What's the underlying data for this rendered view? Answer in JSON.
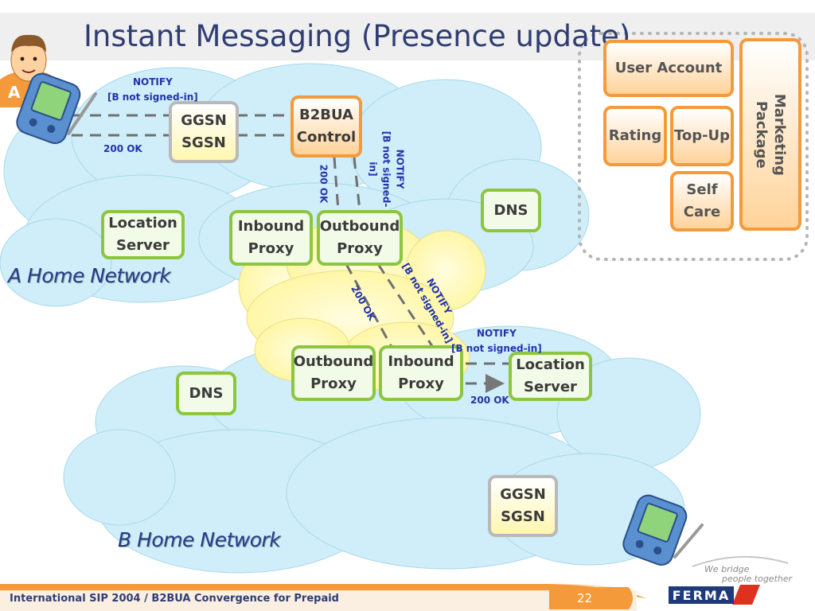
{
  "title": "Instant Messaging (Presence update)",
  "user_label": "A",
  "networks": {
    "a_home": "A Home Network",
    "b_home": "B Home Network"
  },
  "nodes": {
    "ggsn_sgsn_a": "GGSN\nSGSN",
    "b2bua_control": "B2BUA\nControl",
    "location_server_a": "Location\nServer",
    "inbound_proxy_a": "Inbound\nProxy",
    "outbound_proxy_a": "Outbound\nProxy",
    "dns_a": "DNS",
    "outbound_proxy_b": "Outbound\nProxy",
    "inbound_proxy_b": "Inbound\nProxy",
    "location_server_b": "Location\nServer",
    "dns_b": "DNS",
    "ggsn_sgsn_b": "GGSN\nSGSN"
  },
  "prepaid_modules": {
    "user_account": "User Account",
    "rating": "Rating",
    "top_up": "Top-Up",
    "self_care": "Self\nCare",
    "marketing_package": "Marketing\nPackage"
  },
  "messages": {
    "notify_a_line1": "NOTIFY",
    "notify_a_line2": "[B not signed-in]",
    "ok_a": "200 OK",
    "ok_b2bua": "200 OK",
    "notify_b2bua": "NOTIFY\n[B not signed-in]",
    "ok_mid": "200 OK",
    "notify_mid": "NOTIFY\n[B not signed-in]",
    "notify_b_line1": "NOTIFY",
    "notify_b_line2": "[B not signed-in]",
    "ok_b": "200 OK"
  },
  "footer": {
    "text": "International SIP 2004 / B2BUA Convergence for Prepaid",
    "page": "22",
    "logo": "FERMA",
    "tagline_line1": "We bridge",
    "tagline_line2": "people together"
  },
  "colors": {
    "title": "#2f3d73",
    "green_border": "#8cc63f",
    "orange_border": "#f49a3a",
    "grey_border": "#b9b9b9",
    "cloud_blue": "#cfeef9",
    "cloud_yellow": "#fffbc2",
    "message_text": "#2233aa",
    "footer_orange": "#f49a3a"
  }
}
